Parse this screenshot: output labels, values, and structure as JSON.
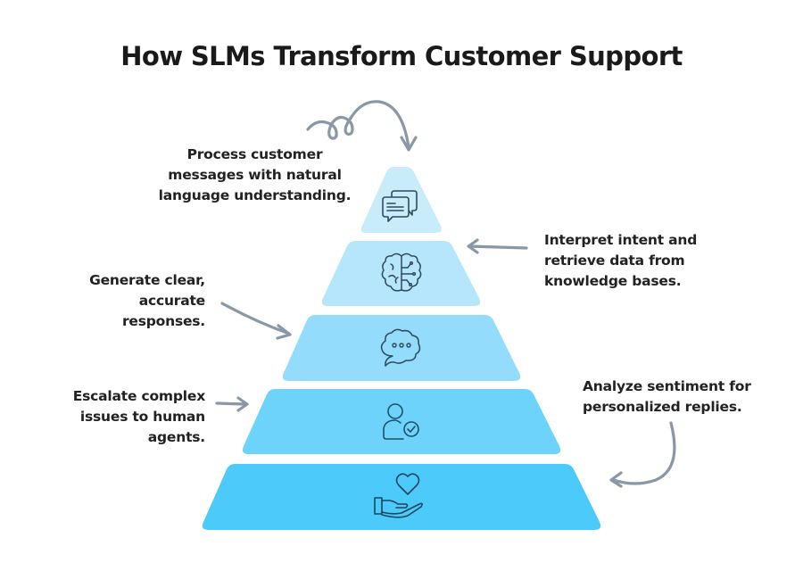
{
  "title": "How SLMs Transform Customer Support",
  "tiers": [
    {
      "id": "tier-1",
      "icon": "chat-bubbles-icon",
      "color": "#c9ecfb"
    },
    {
      "id": "tier-2",
      "icon": "brain-circuit-icon",
      "color": "#b6e6fb"
    },
    {
      "id": "tier-3",
      "icon": "thought-bubble-icon",
      "color": "#93dcfb"
    },
    {
      "id": "tier-4",
      "icon": "user-check-icon",
      "color": "#6dd3fb"
    },
    {
      "id": "tier-5",
      "icon": "hand-heart-icon",
      "color": "#4ccafa"
    }
  ],
  "labels": {
    "process": {
      "lines": [
        "Process customer",
        "messages with natural",
        "language understanding."
      ]
    },
    "interpret": {
      "lines": [
        "Interpret intent and",
        "retrieve data from",
        "knowledge bases."
      ]
    },
    "generate": {
      "lines": [
        "Generate clear,",
        "accurate",
        "responses."
      ]
    },
    "escalate": {
      "lines": [
        "Escalate complex",
        "issues to human",
        "agents."
      ]
    },
    "analyze": {
      "lines": [
        "Analyze sentiment for",
        "personalized replies."
      ]
    }
  },
  "colors": {
    "arrow": "#8a97a6",
    "icon_stroke": "#1f4f68"
  }
}
